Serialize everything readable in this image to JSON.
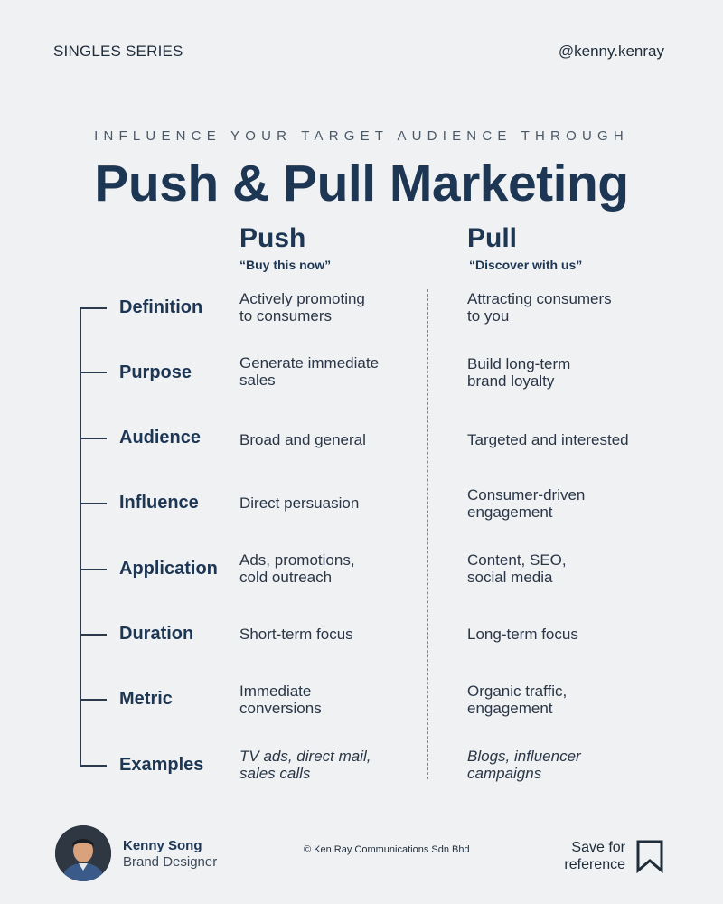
{
  "header": {
    "series": "SINGLES SERIES",
    "handle": "@kenny.kenray"
  },
  "kicker": "INFLUENCE YOUR TARGET AUDIENCE THROUGH",
  "title": "Push & Pull Marketing",
  "columns": {
    "push": {
      "heading": "Push",
      "tagline": "“Buy this now”"
    },
    "pull": {
      "heading": "Pull",
      "tagline": "“Discover with us”"
    }
  },
  "rows": [
    {
      "label": "Definition",
      "push": [
        "Actively promoting",
        "to consumers"
      ],
      "pull": [
        "Attracting consumers",
        "to you"
      ]
    },
    {
      "label": "Purpose",
      "push": [
        "Generate immediate",
        "sales"
      ],
      "pull": [
        "Build long-term",
        "brand loyalty"
      ]
    },
    {
      "label": "Audience",
      "push": [
        "Broad and general"
      ],
      "pull": [
        "Targeted and interested"
      ]
    },
    {
      "label": "Influence",
      "push": [
        "Direct persuasion"
      ],
      "pull": [
        "Consumer-driven",
        "engagement"
      ]
    },
    {
      "label": "Application",
      "push": [
        "Ads, promotions,",
        "cold outreach"
      ],
      "pull": [
        "Content, SEO,",
        "social media"
      ]
    },
    {
      "label": "Duration",
      "push": [
        "Short-term focus"
      ],
      "pull": [
        "Long-term focus"
      ]
    },
    {
      "label": "Metric",
      "push": [
        "Immediate",
        "conversions"
      ],
      "pull": [
        "Organic traffic,",
        "engagement"
      ]
    },
    {
      "label": "Examples",
      "push": [
        "TV ads, direct mail,",
        "sales calls"
      ],
      "pull": [
        "Blogs, influencer",
        "campaigns"
      ]
    }
  ],
  "footer": {
    "author_name": "Kenny Song",
    "author_role": "Brand Designer",
    "copyright": "© Ken Ray Communications Sdn Bhd",
    "save_line1": "Save for",
    "save_line2": "reference",
    "bookmark_icon": "bookmark-icon"
  },
  "colors": {
    "background": "#eff1f3",
    "heading": "#1d3654",
    "text": "#2a3646"
  }
}
